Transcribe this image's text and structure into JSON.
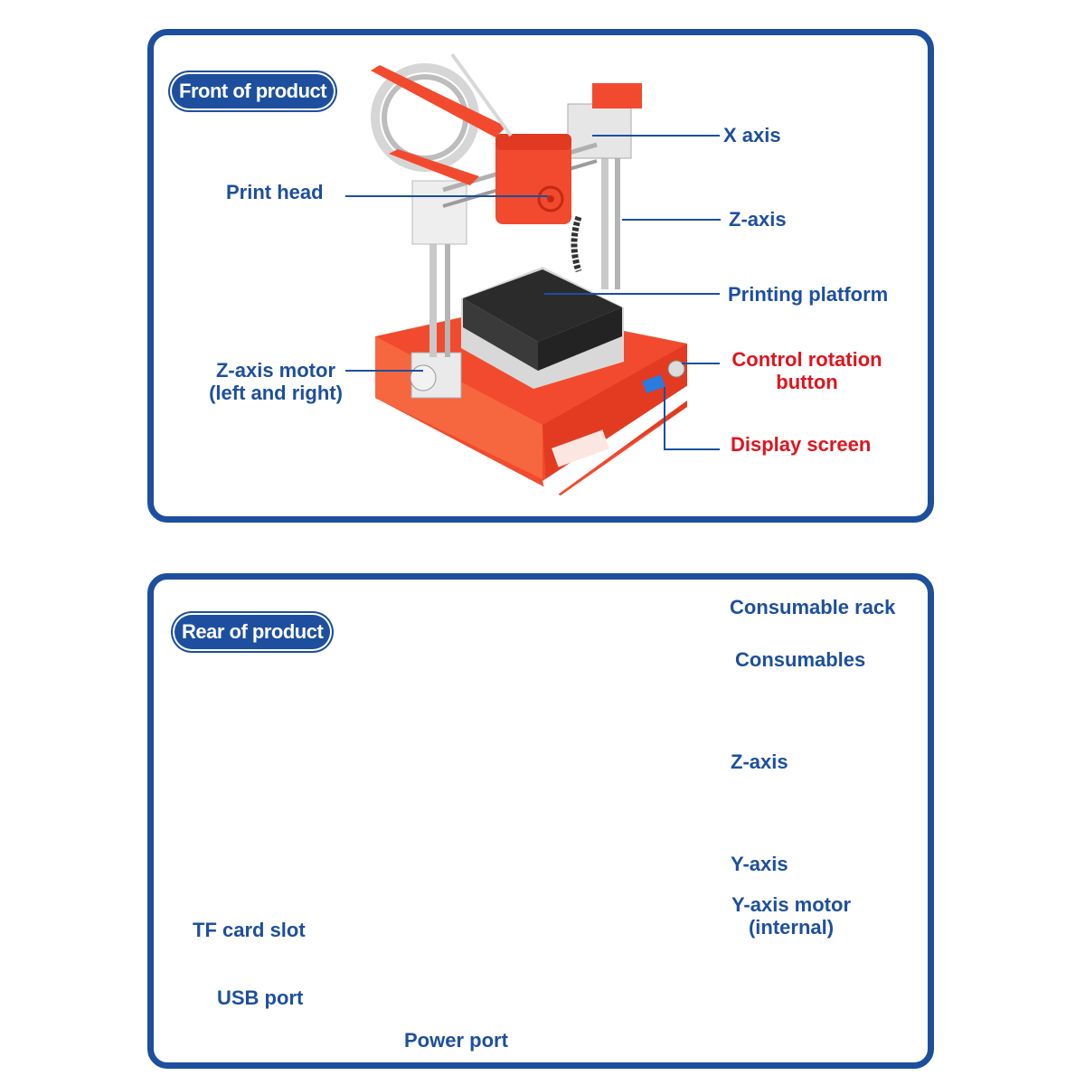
{
  "front": {
    "badge": "Front of product",
    "labels": {
      "x_axis": "X axis",
      "print_head": "Print head",
      "z_axis": "Z-axis",
      "printing_platform": "Printing platform",
      "z_motor_line1": "Z-axis motor",
      "z_motor_line2": "(left and right)",
      "control_line1": "Control rotation",
      "control_line2": "button",
      "display_screen": "Display screen"
    }
  },
  "rear": {
    "badge": "Rear of product",
    "labels": {
      "consumable_rack": "Consumable rack",
      "consumables": "Consumables",
      "z_axis": "Z-axis",
      "y_axis": "Y-axis",
      "y_motor_line1": "Y-axis motor",
      "y_motor_line2": "(internal)",
      "tf_card_slot": "TF card slot",
      "usb_port": "USB port",
      "power_port": "Power port"
    }
  },
  "colors": {
    "frame_blue": "#1d4f9e",
    "label_blue": "#1d4f9e",
    "label_red": "#e0141e",
    "printer_orange": "#f24a2e",
    "bed_black": "#2b2b2b"
  }
}
